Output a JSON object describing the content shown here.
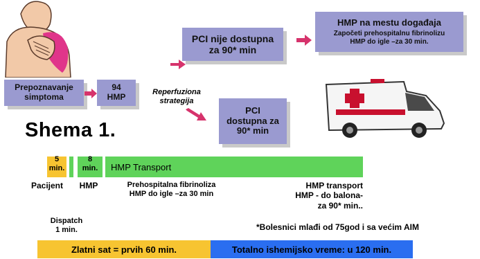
{
  "title": "Shema 1.",
  "boxes": {
    "recognize": "Prepoznavanje simptoma",
    "call": "94\nHMP",
    "pci_unavailable": "PCI nije dostupna\nza 90* min",
    "pci_available": "PCI\ndostupna za\n90* min",
    "hmp_scene_title": "HMP na mestu događaja",
    "hmp_scene_sub": "Započeti prehospitalnu fibrinolizu\nHMP do igle –za 30 min."
  },
  "reperfusion_label": "Reperfuziona\nstrategija",
  "timeline": {
    "seg1": "5\nmin.",
    "seg2": "8\nmin.",
    "seg3": "HMP Transport",
    "labels": {
      "patient": "Pacijent",
      "hmp": "HMP",
      "prehospital": "Prehospitalna fibrinoliza\nHMP do igle –za 30 min",
      "transport": "HMP transport\nHMP - do balona-\nza 90* min..",
      "dispatch": "Dispatch\n1 min."
    }
  },
  "footnote": "*Bolesnici mlađi od 75god i sa većim AIM",
  "bottom_bar": {
    "golden": "Zlatni sat = prvih 60 min.",
    "total": "Totalno ishemijsko vreme: u 120 min."
  },
  "colors": {
    "box": "#9a9ad0",
    "arrow": "#d6336c",
    "timeline_orange": "#f7c431",
    "timeline_green": "#5fd35a",
    "golden": "#f7c431",
    "total": "#2a6ef0"
  }
}
